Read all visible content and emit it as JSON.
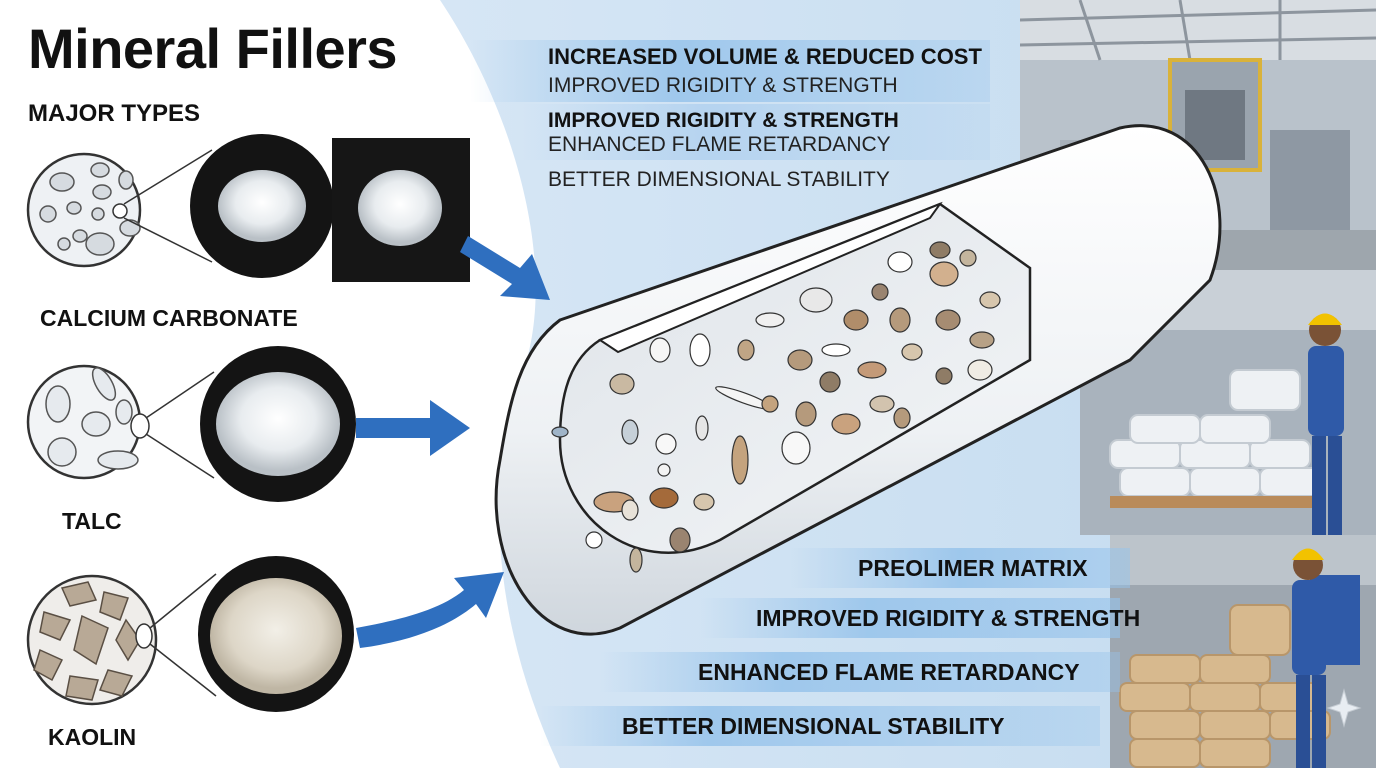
{
  "title": "Mineral Fillers",
  "subtitle": "MAJOR TYPES",
  "fillers": [
    {
      "label": "CALCIUM CARBONATE"
    },
    {
      "label": "TALC"
    },
    {
      "label": "KAOLIN"
    }
  ],
  "top_benefits": [
    {
      "text": "INCREASED VOLUME & REDUCED COST"
    },
    {
      "text": "IMPROVED RIGIDITY & STRENGTH"
    },
    {
      "text": "IMPROVED RIGIDITY & STRENGTH"
    },
    {
      "text": "ENHANCED FLAME RETARDANCY"
    },
    {
      "text": "BETTER DIMENSIONAL STABILITY"
    }
  ],
  "bottom_benefits": [
    {
      "text": "PREOLIMER MATRIX"
    },
    {
      "text": "IMPROVED RIGIDITY & STRENGTH"
    },
    {
      "text": "ENHANCED FLAME RETARDANCY"
    },
    {
      "text": "BETTER DIMENSIONAL STABILITY"
    }
  ],
  "colors": {
    "arrow": "#2f6fbf",
    "band": "#bcd8ef",
    "panel": "#dbe9f6",
    "pipe": "#f4f6f8"
  }
}
